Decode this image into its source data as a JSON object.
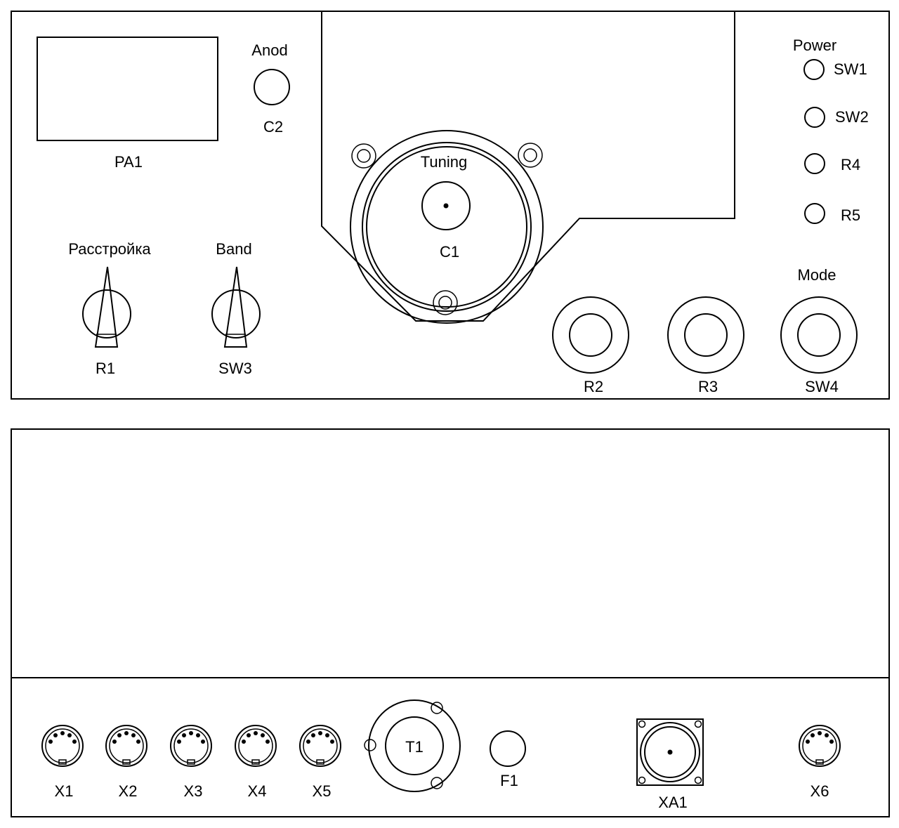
{
  "front_panel": {
    "meter": "PA1",
    "anod": {
      "title": "Anod",
      "ref": "C2"
    },
    "tuning": {
      "title": "Tuning",
      "ref": "C1"
    },
    "power": {
      "title": "Power",
      "items": [
        "SW1",
        "SW2",
        "R4",
        "R5"
      ]
    },
    "detune": {
      "title": "Расстройка",
      "ref": "R1"
    },
    "band": {
      "title": "Band",
      "ref": "SW3"
    },
    "mode": {
      "title": "Mode"
    },
    "knobs": [
      "R2",
      "R3",
      "SW4"
    ]
  },
  "rear_panel": {
    "connectors": [
      "X1",
      "X2",
      "X3",
      "X4",
      "X5"
    ],
    "transformer": "T1",
    "fuse": "F1",
    "antenna": "XA1",
    "connector_x6": "X6"
  }
}
